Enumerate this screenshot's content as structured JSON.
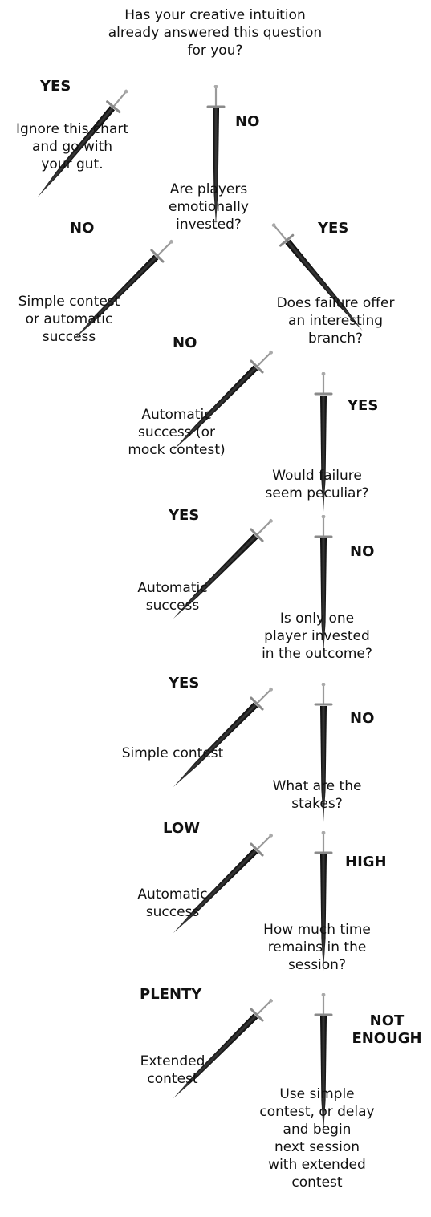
{
  "q1": [
    "Has your creative intuition",
    "already answered this question",
    "for you?"
  ],
  "q1_yes": "YES",
  "q1_yes_result": [
    "Ignore this chart",
    "and go with",
    "your gut."
  ],
  "q1_no": "NO",
  "q2": [
    "Are players",
    "emotionally",
    "invested?"
  ],
  "q2_no": "NO",
  "q2_no_result": [
    "Simple contest",
    "or automatic",
    "success"
  ],
  "q2_yes": "YES",
  "q3": [
    "Does failure offer",
    "an interesting",
    "branch?"
  ],
  "q3_no": "NO",
  "q3_no_result": [
    "Automatic",
    "success (or",
    "mock contest)"
  ],
  "q3_yes": "YES",
  "q4": [
    "Would failure",
    "seem peculiar?"
  ],
  "q4_yes": "YES",
  "q4_yes_result": [
    "Automatic",
    "success"
  ],
  "q4_no": "NO",
  "q5": [
    "Is only one",
    "player invested",
    "in the outcome?"
  ],
  "q5_yes": "YES",
  "q5_yes_result": [
    "Simple contest"
  ],
  "q5_no": "NO",
  "q6": [
    "What are the",
    "stakes?"
  ],
  "q6_low": "LOW",
  "q6_low_result": [
    "Automatic",
    "success"
  ],
  "q6_high": "HIGH",
  "q7": [
    "How much time",
    "remains in the",
    "session?"
  ],
  "q7_plenty": "PLENTY",
  "q7_plenty_result": [
    "Extended",
    "contest"
  ],
  "q7_not_enough": [
    "NOT",
    "ENOUGH"
  ],
  "q7_not_enough_result": [
    "Use simple",
    "contest, or delay",
    "and begin",
    "next session",
    "with extended",
    "contest"
  ]
}
